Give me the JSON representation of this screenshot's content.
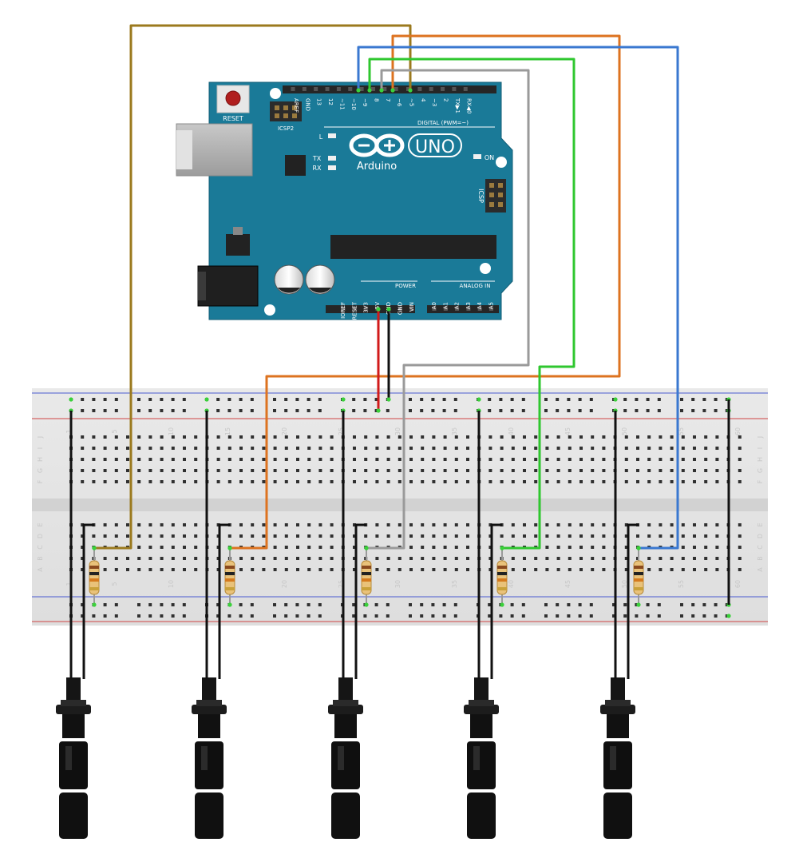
{
  "board": {
    "reset_label": "RESET",
    "icsp2_label": "ICSP2",
    "icsp_label": "ICSP",
    "brand": "Arduino",
    "model": "UNO",
    "led_l": "L",
    "led_tx": "TX",
    "led_rx": "RX",
    "led_on": "ON",
    "digital_header": "DIGITAL (PWM=~)",
    "power_header": "POWER",
    "analog_header": "ANALOG IN",
    "digital_pins": [
      "AREF",
      "GND",
      "13",
      "12",
      "~11",
      "~10",
      "~9",
      "8",
      "7",
      "~6",
      "~5",
      "4",
      "~3",
      "2",
      "TX▶1",
      "RX◀0"
    ],
    "power_pins": [
      "IOREF",
      "RESET",
      "3V3",
      "5V",
      "GND",
      "GND",
      "VIN"
    ],
    "analog_pins": [
      "A0",
      "A1",
      "A2",
      "A3",
      "A4",
      "A5"
    ]
  },
  "breadboard": {
    "column_numbers": [
      "1",
      "5",
      "10",
      "15",
      "20",
      "25",
      "30",
      "35",
      "40",
      "45",
      "50",
      "55",
      "60"
    ],
    "row_letters_top": [
      "J",
      "I",
      "H",
      "G",
      "F"
    ],
    "row_letters_bottom": [
      "E",
      "D",
      "C",
      "B",
      "A"
    ]
  },
  "wires": [
    {
      "id": "pin7",
      "color": "#9b7a1e"
    },
    {
      "id": "pin8",
      "color": "#dd7320"
    },
    {
      "id": "pin9",
      "color": "#9a9a9a"
    },
    {
      "id": "pin10",
      "color": "#2fc72f"
    },
    {
      "id": "pin11",
      "color": "#3a78d0"
    },
    {
      "id": "5v",
      "color": "#d11a1a"
    },
    {
      "id": "gnd",
      "color": "#111111"
    }
  ],
  "sensor_count": 5
}
